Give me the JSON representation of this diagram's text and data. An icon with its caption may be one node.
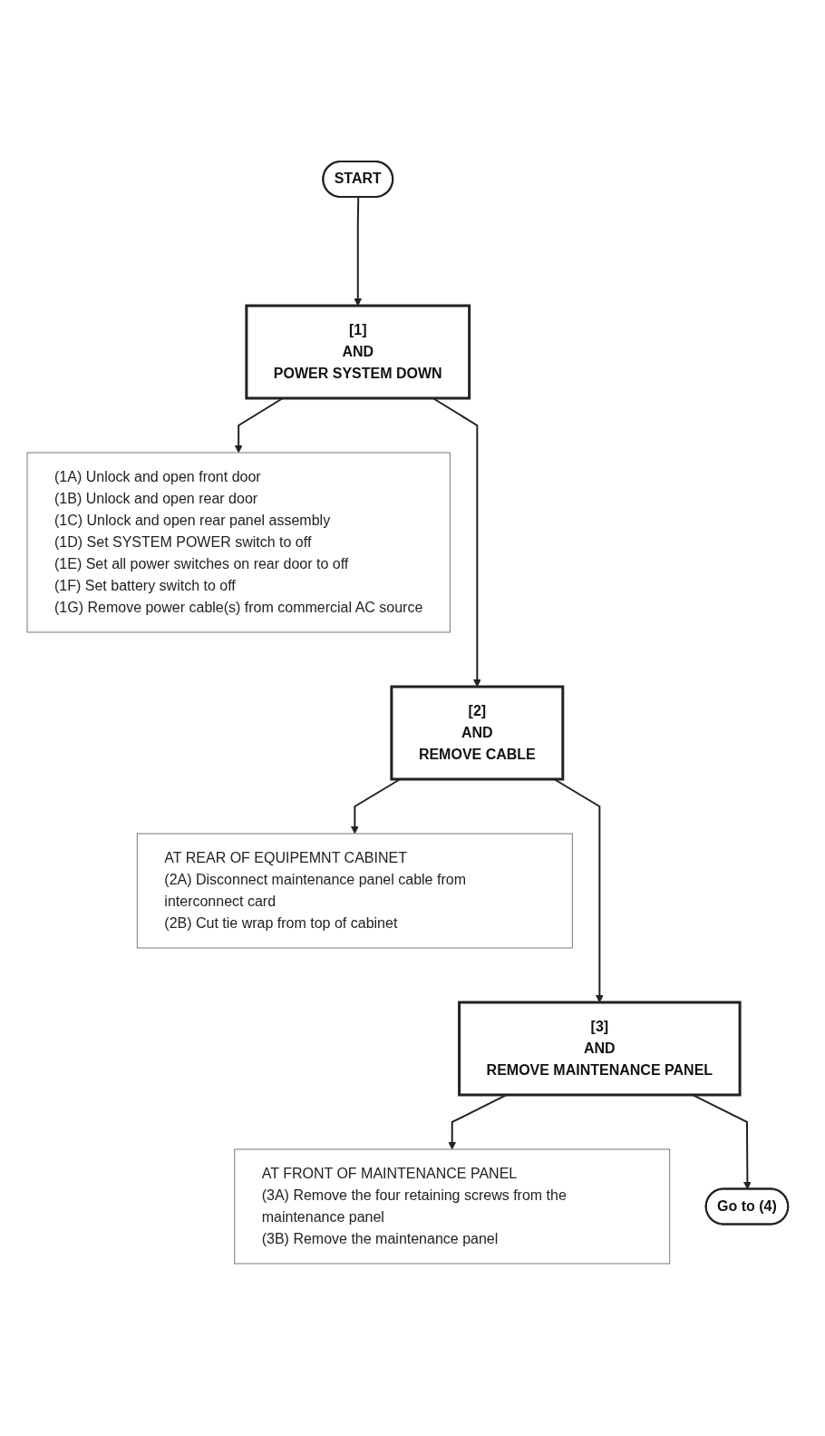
{
  "diagram": {
    "nodes": [
      {
        "text": [
          "START"
        ]
      },
      {
        "text": [
          "[1]",
          "AND",
          "POWER SYSTEM DOWN"
        ]
      },
      {
        "text": [
          "(1A) Unlock and open front door",
          "(1B) Unlock and open rear door",
          "(1C) Unlock and open rear panel assembly",
          "(1D) Set SYSTEM POWER switch to off",
          "(1E) Set all power switches on rear door to off",
          "(1F) Set battery switch to off",
          "(1G) Remove power cable(s) from commercial AC source"
        ]
      },
      {
        "text": [
          "[2]",
          "AND",
          "REMOVE CABLE"
        ]
      },
      {
        "text": [
          "AT REAR OF EQUIPEMNT CABINET",
          "(2A) Disconnect maintenance panel cable from interconnect card",
          "(2B) Cut tie wrap from top of cabinet"
        ]
      },
      {
        "text": [
          "[3]",
          "AND",
          "REMOVE MAINTENANCE PANEL"
        ]
      },
      {
        "text": [
          "AT FRONT OF MAINTENANCE PANEL",
          "(3A) Remove the four retaining screws from the maintenance panel",
          "(3B) Remove the maintenance panel"
        ]
      },
      {
        "text": [
          "Go to (4)"
        ]
      }
    ],
    "edges": [
      {
        "from": 0,
        "to": 1,
        "arrow": "to"
      },
      {
        "from": 1,
        "to": 2,
        "arrow": "to"
      },
      {
        "from": 1,
        "to": 3,
        "arrow": "to"
      },
      {
        "from": 3,
        "to": 4,
        "arrow": "to"
      },
      {
        "from": 3,
        "to": 5,
        "arrow": "to"
      },
      {
        "from": 5,
        "to": 6,
        "arrow": "to"
      },
      {
        "from": 5,
        "to": 7,
        "arrow": "to"
      }
    ]
  }
}
